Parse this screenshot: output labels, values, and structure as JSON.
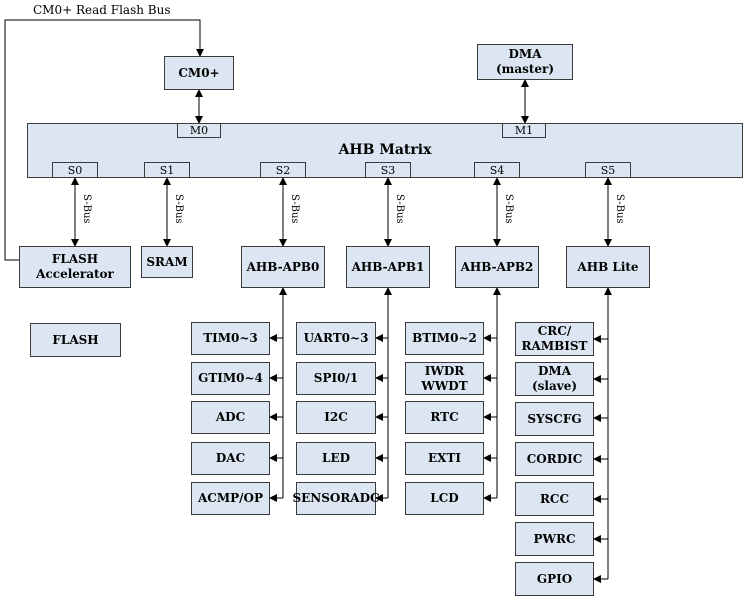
{
  "top_label": "CM0+ Read Flash Bus",
  "matrix": {
    "title": "AHB Matrix",
    "masters": [
      "M0",
      "M1"
    ],
    "slaves": [
      "S0",
      "S1",
      "S2",
      "S3",
      "S4",
      "S5"
    ]
  },
  "masters": {
    "cpu": "CM0+",
    "dma": "DMA\n(master)"
  },
  "sbus_label": "S-Bus",
  "top_row": {
    "flash_acc": "FLASH\nAccelerator",
    "sram": "SRAM",
    "apb0": "AHB-APB0",
    "apb1": "AHB-APB1",
    "apb2": "AHB-APB2",
    "ahblite": "AHB Lite"
  },
  "flash": "FLASH",
  "apb0_list": [
    "TIM0~3",
    "GTIM0~4",
    "ADC",
    "DAC",
    "ACMP/OP"
  ],
  "apb1_list": [
    "UART0~3",
    "SPI0/1",
    "I2C",
    "LED",
    "SENSORADC"
  ],
  "apb2_list": [
    "BTIM0~2",
    "IWDR\nWWDT",
    "RTC",
    "EXTI",
    "LCD"
  ],
  "ahblite_list": [
    "CRC/\nRAMBIST",
    "DMA\n(slave)",
    "SYSCFG",
    "CORDIC",
    "RCC",
    "PWRC",
    "GPIO"
  ]
}
